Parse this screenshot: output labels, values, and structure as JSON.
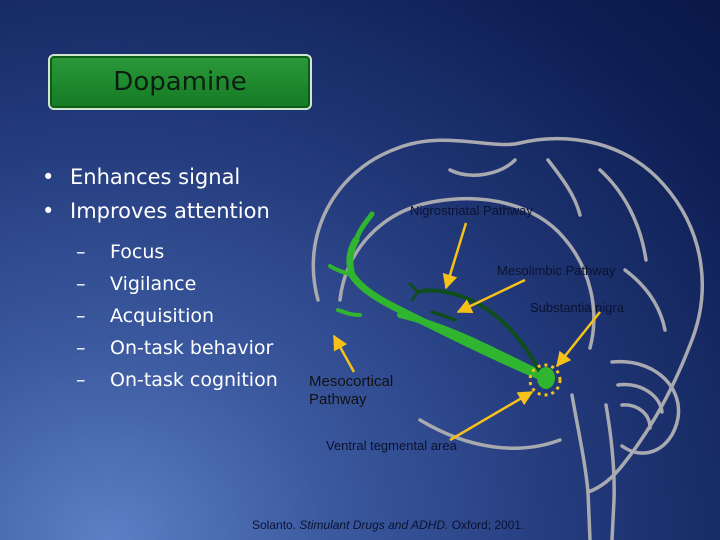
{
  "title": "Dopamine",
  "bullets": [
    "Enhances signal",
    "Improves attention"
  ],
  "sub_bullets": [
    "Focus",
    "Vigilance",
    "Acquisition",
    "On-task behavior",
    "On-task cognition"
  ],
  "labels": {
    "nigrostriatal": "Nigrostriatal Pathway",
    "mesolimbic": "Mesolimbic Pathway",
    "substantia_nigra": "Substantia nigra",
    "mesocortical_line1": "Mesocortical",
    "mesocortical_line2": "Pathway",
    "ventral_tegmental": "Ventral tegmental area"
  },
  "citation": {
    "author": "Solanto.",
    "work": "Stimulant Drugs and ADHD.",
    "publisher": "Oxford; 2001."
  },
  "colors": {
    "title_box": "#1f8a2e",
    "pathway_green": "#2fb52f",
    "pathway_dark": "#0f4d1f",
    "arrow_yellow": "#f6c21a",
    "brain_outline": "#a9a9b0"
  }
}
